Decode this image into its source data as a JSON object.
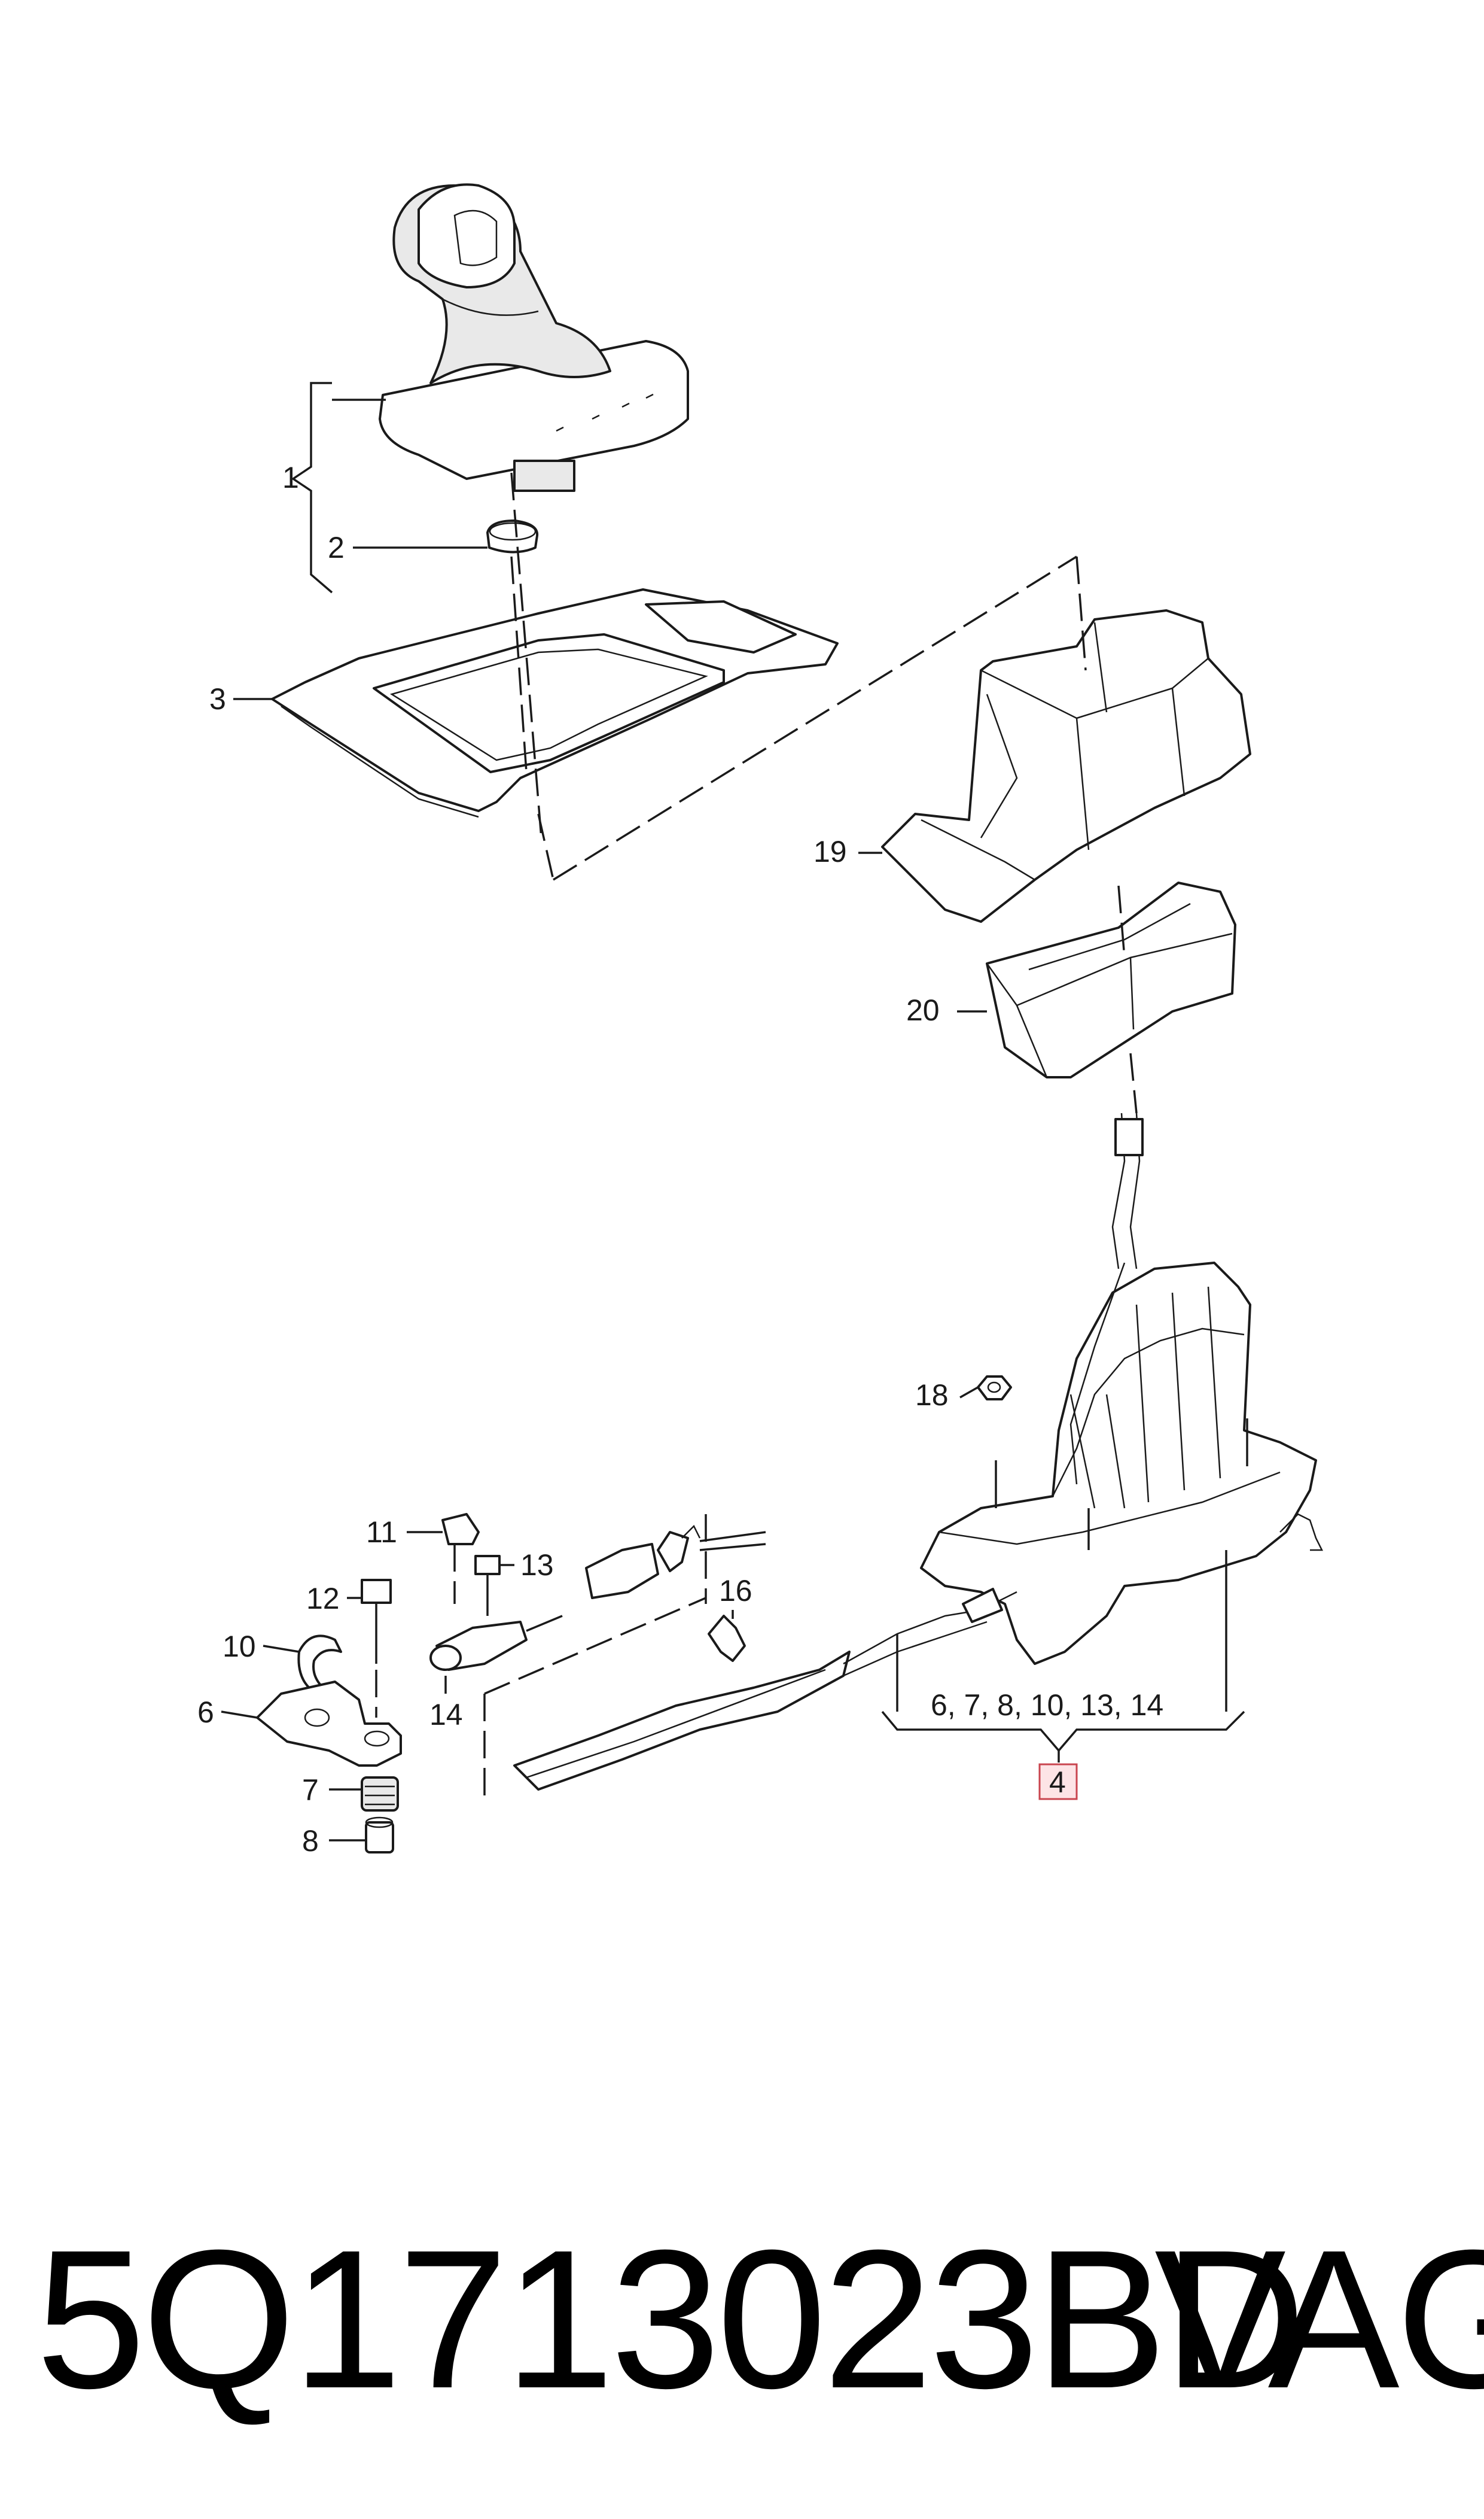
{
  "callouts": {
    "c1": "1",
    "c2": "2",
    "c3": "3",
    "c4": "4",
    "c6": "6",
    "c7": "7",
    "c8": "8",
    "c10": "10",
    "c11": "11",
    "c12": "12",
    "c13": "13",
    "c14": "14",
    "c16": "16",
    "c18": "18",
    "c19": "19",
    "c20": "20",
    "group4": "6, 7, 8, 10, 13, 14"
  },
  "footer": {
    "part_number": "5Q1713023BD",
    "brand": "VAG"
  },
  "colors": {
    "ink": "#1a1a1a",
    "highlight_fill": "#fde4e6",
    "highlight_border": "#c9454f"
  }
}
